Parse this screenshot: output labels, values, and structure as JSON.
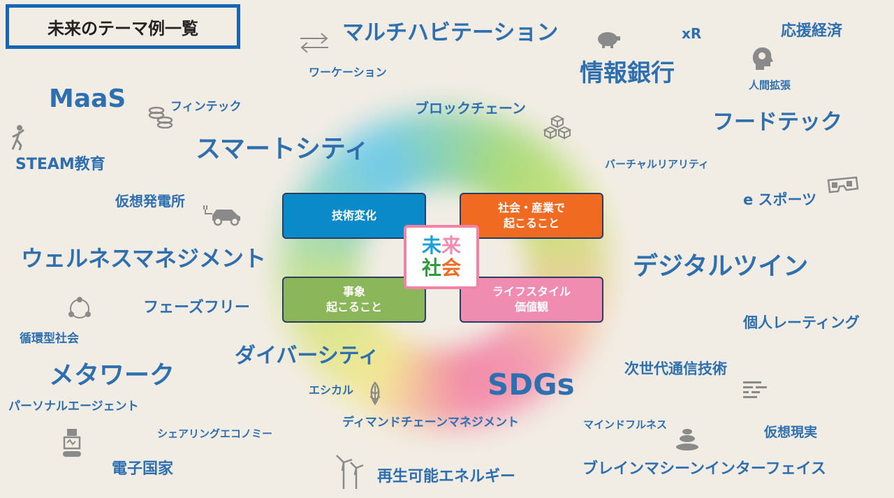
{
  "title": "未来のテーマ例一覧",
  "center": {
    "chars": [
      "未",
      "来",
      "社",
      "会"
    ]
  },
  "quadrants": {
    "tech": "技術変化",
    "society": "社会・産業で\n起こること",
    "events": "事象\n起こること",
    "lifestyle": "ライフスタイル\n価値観"
  },
  "themes": {
    "multi_habitation": "マルチハビテーション",
    "xr": "xR",
    "cheer_economy": "応援経済",
    "workation": "ワーケーション",
    "info_bank": "情報銀行",
    "human_augmentation": "人間拡張",
    "maas": "MaaS",
    "fintech": "フィンテック",
    "blockchain": "ブロックチェーン",
    "foodtech": "フードテック",
    "smart_city": "スマートシティ",
    "steam": "STEAM教育",
    "virtual_reality": "バーチャルリアリティ",
    "virtual_power": "仮想発電所",
    "esports": "e スポーツ",
    "wellness": "ウェルネスマネジメント",
    "digital_twin": "デジタルツイン",
    "phase_free": "フェーズフリー",
    "personal_rating": "個人レーティング",
    "circular": "循環型社会",
    "diversity": "ダイバーシティ",
    "next_gen_comm": "次世代通信技術",
    "metawork": "メタワーク",
    "ethical": "エシカル",
    "sdgs": "SDGs",
    "personal_agent": "パーソナルエージェント",
    "demand_chain": "ディマンドチェーンマネジメント",
    "mindfulness": "マインドフルネス",
    "sharing_economy": "シェアリングエコノミー",
    "virtual_reality_jp": "仮想現実",
    "e_nation": "電子国家",
    "renewable": "再生可能エネルギー",
    "bmi": "ブレインマシーンインターフェイス"
  },
  "colors": {
    "text": "#2e6fb0",
    "tech": "#0a8ac8",
    "society": "#f06a22",
    "events": "#8cb65a",
    "lifestyle": "#f08cb0"
  },
  "icons": [
    "arrows-icon",
    "piggy-bank-icon",
    "head-gear-icon",
    "coins-icon",
    "blocks-icon",
    "person-icon",
    "vr-glasses-icon",
    "electric-car-icon",
    "cycle-icon",
    "grain-icon",
    "data-lines-icon",
    "stones-icon",
    "robot-icon",
    "windmill-icon"
  ]
}
